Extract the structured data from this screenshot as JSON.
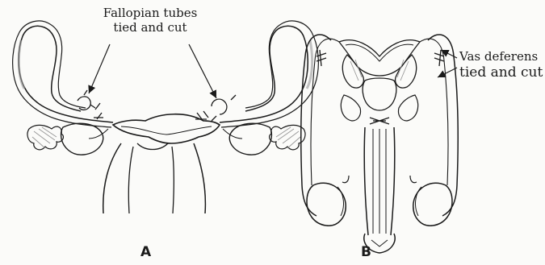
{
  "figure_a": {
    "label": "A",
    "annotation_line1": "Fallopian tubes",
    "annotation_line2": "tied and cut"
  },
  "figure_b": {
    "label": "B",
    "annotation_line1": "Vas deferens",
    "annotation_line2": "tied and cut"
  },
  "colors": {
    "line": "#1a1a1a",
    "background": "#fbfbf9",
    "shading": "#9a9a9a"
  }
}
